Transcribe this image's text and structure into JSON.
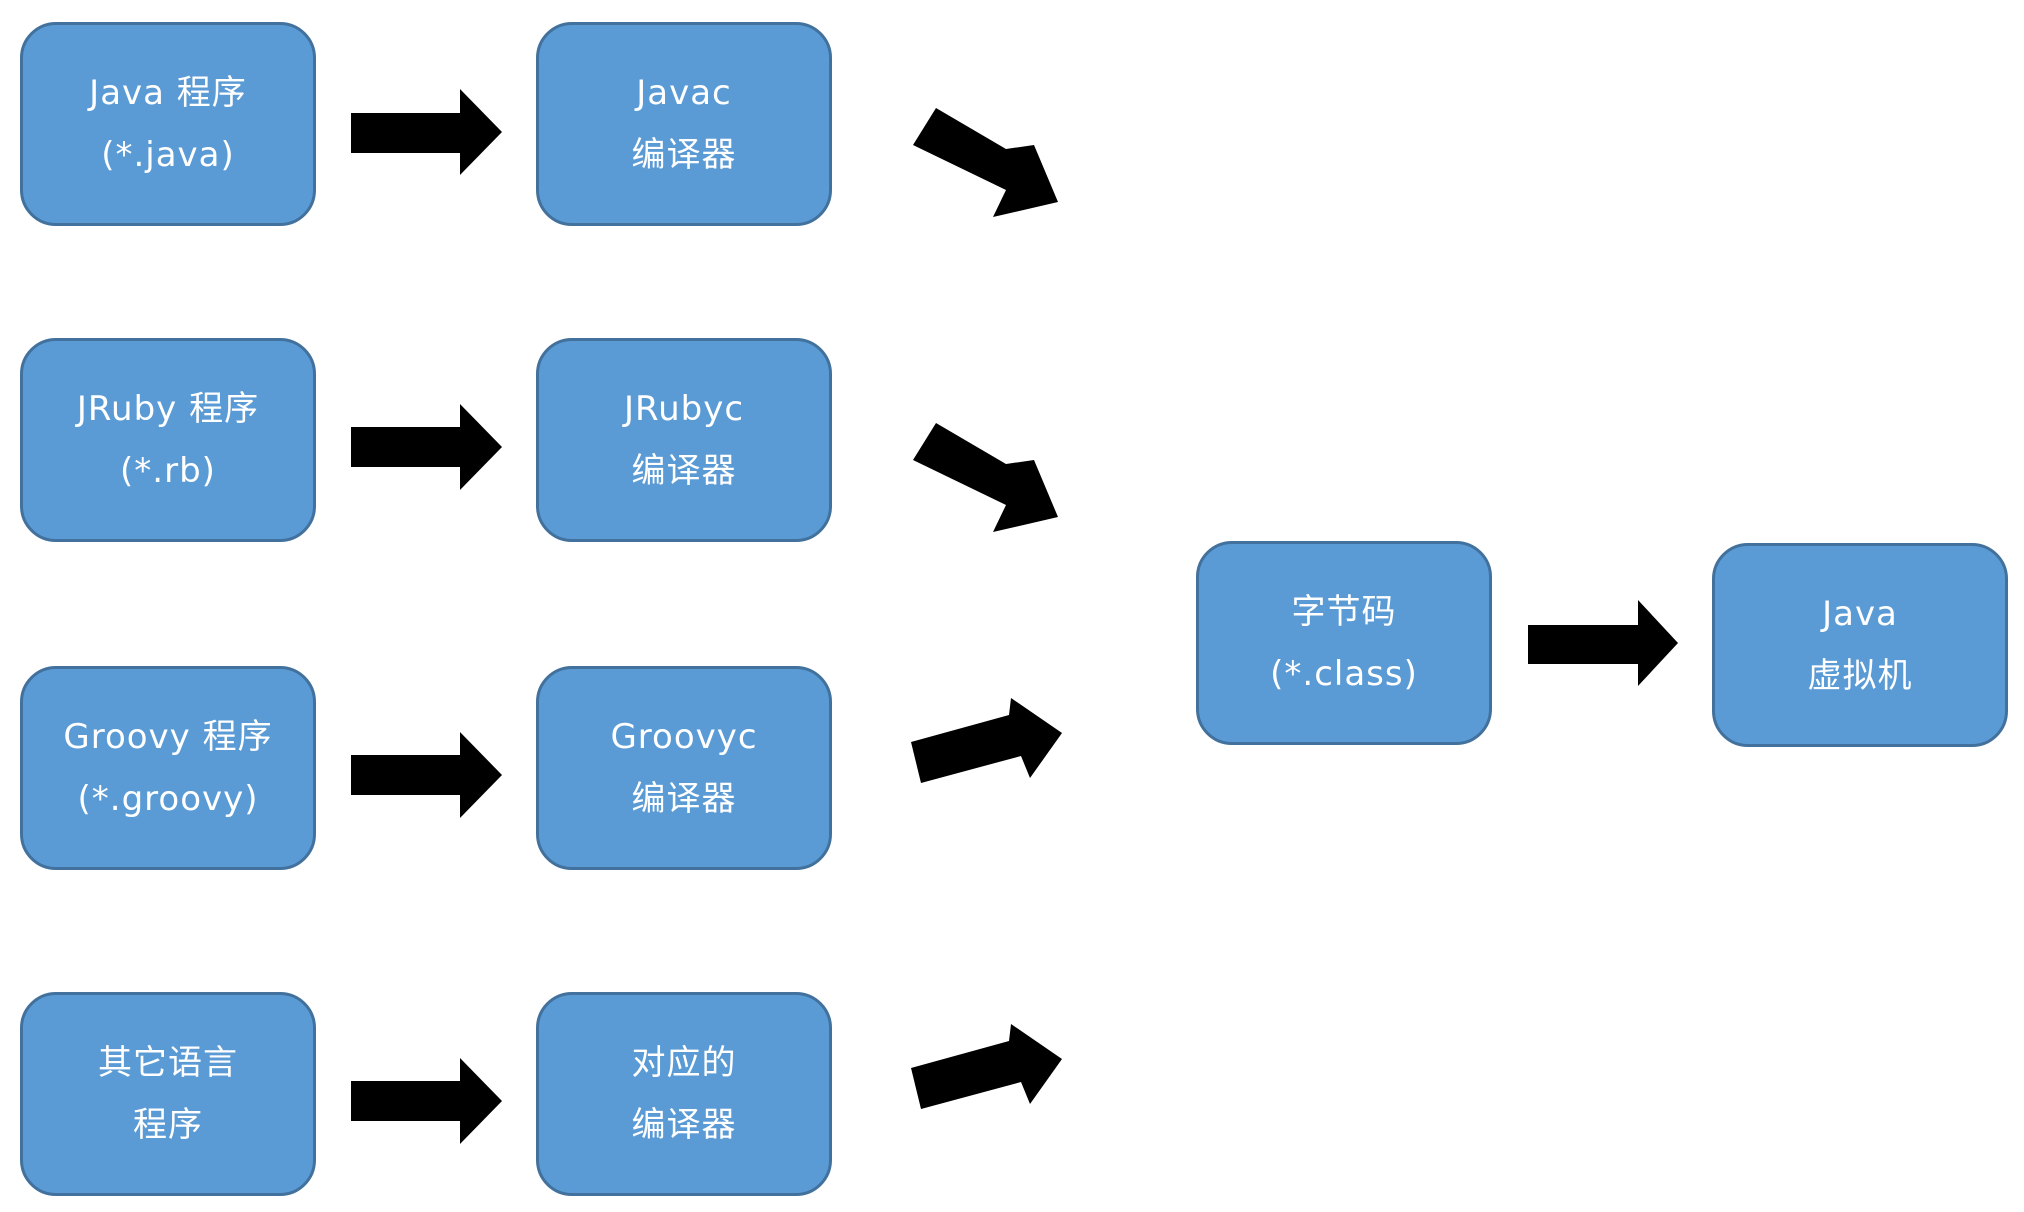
{
  "sources": [
    {
      "line1": "Java 程序",
      "line2": "(*.java)"
    },
    {
      "line1": "JRuby 程序",
      "line2": "(*.rb)"
    },
    {
      "line1": "Groovy 程序",
      "line2": "(*.groovy)"
    },
    {
      "line1": "其它语言",
      "line2": "程序"
    }
  ],
  "compilers": [
    {
      "line1": "Javac",
      "line2": "编译器"
    },
    {
      "line1": "JRubyc",
      "line2": "编译器"
    },
    {
      "line1": "Groovyc",
      "line2": "编译器"
    },
    {
      "line1": "对应的",
      "line2": "编译器"
    }
  ],
  "bytecode": {
    "line1": "字节码",
    "line2": "(*.class)"
  },
  "jvm": {
    "line1": "Java",
    "line2": "虚拟机"
  },
  "colors": {
    "box_fill": "#5b9bd5",
    "box_border": "#41719c",
    "text": "#ffffff"
  }
}
